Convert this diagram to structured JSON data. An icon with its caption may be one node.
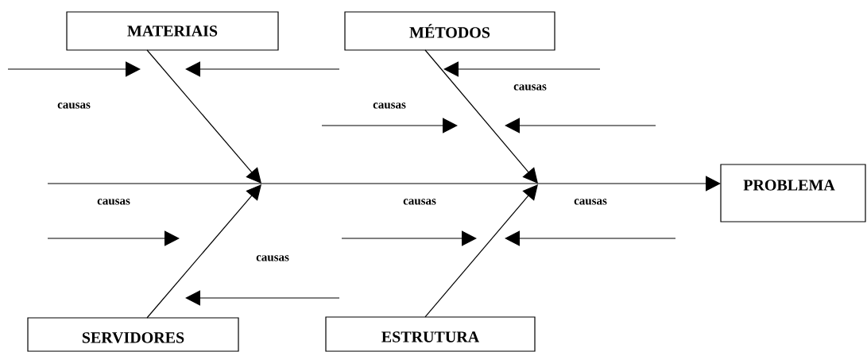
{
  "diagram": {
    "nodes": [
      {
        "text": [
          "MATERIAIS"
        ]
      },
      {
        "text": [
          "MÉTODOS"
        ]
      },
      {
        "text": [
          "SERVIDORES"
        ]
      },
      {
        "text": [
          "ESTRUTURA"
        ]
      },
      {
        "text": [
          "PROBLEMA"
        ]
      }
    ],
    "edges": [
      {
        "from": 0,
        "to": null,
        "arrow": "to"
      },
      {
        "from": 1,
        "to": null,
        "arrow": "to"
      },
      {
        "from": 2,
        "to": null,
        "arrow": "to"
      },
      {
        "from": 3,
        "to": null,
        "arrow": "to"
      },
      {
        "from": null,
        "to": 4,
        "arrow": "to"
      }
    ],
    "labels": [
      "causas",
      "causas",
      "causas",
      "causas",
      "causas",
      "causas",
      "causas"
    ]
  }
}
